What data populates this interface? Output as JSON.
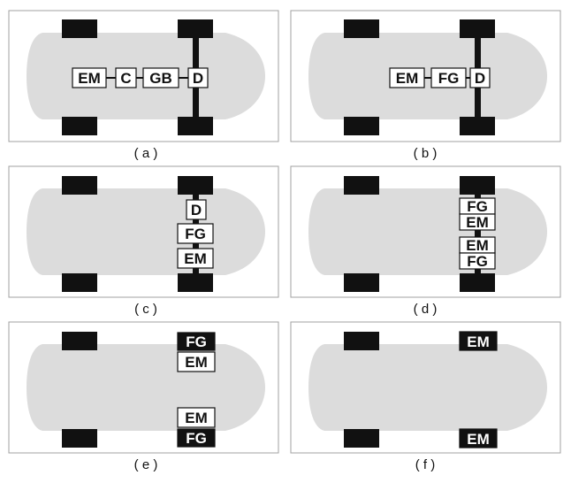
{
  "panels": [
    {
      "caption": "( a )",
      "blocks": [
        {
          "label": "EM",
          "style": "white"
        },
        {
          "label": "C",
          "style": "white"
        },
        {
          "label": "GB",
          "style": "white"
        },
        {
          "label": "D",
          "style": "white"
        }
      ]
    },
    {
      "caption": "( b )",
      "blocks": [
        {
          "label": "EM",
          "style": "white"
        },
        {
          "label": "FG",
          "style": "white"
        },
        {
          "label": "D",
          "style": "white"
        }
      ]
    },
    {
      "caption": "( c )",
      "blocks": [
        {
          "label": "D",
          "style": "white"
        },
        {
          "label": "FG",
          "style": "white"
        },
        {
          "label": "EM",
          "style": "white"
        }
      ]
    },
    {
      "caption": "( d )",
      "blocks": [
        {
          "label": "FG",
          "style": "white"
        },
        {
          "label": "EM",
          "style": "white"
        },
        {
          "label": "EM",
          "style": "white"
        },
        {
          "label": "FG",
          "style": "white"
        }
      ]
    },
    {
      "caption": "( e )",
      "blocks": [
        {
          "label": "FG",
          "style": "black"
        },
        {
          "label": "EM",
          "style": "white"
        },
        {
          "label": "EM",
          "style": "white"
        },
        {
          "label": "FG",
          "style": "black"
        }
      ]
    },
    {
      "caption": "( f )",
      "blocks": [
        {
          "label": "EM",
          "style": "black"
        },
        {
          "label": "EM",
          "style": "black"
        }
      ]
    }
  ],
  "colors": {
    "car_body": "#dcdcdc",
    "wheel": "#111111",
    "shaft": "#111111",
    "frame": "#a0a0a0",
    "block_white_fill": "#ffffff",
    "block_black_fill": "#111111"
  }
}
